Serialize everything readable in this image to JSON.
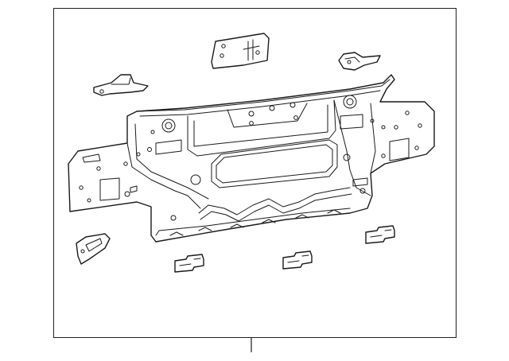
{
  "diagram": {
    "kind": "exploded parts illustration",
    "parts": [
      {
        "name": "rear-body-panel"
      },
      {
        "name": "upper-bracket"
      },
      {
        "name": "left-gusset"
      },
      {
        "name": "right-gusset"
      },
      {
        "name": "lower-left-bracket"
      },
      {
        "name": "clip-left"
      },
      {
        "name": "clip-center"
      },
      {
        "name": "clip-right"
      }
    ],
    "colors": {
      "line": "#1a1a1a",
      "background": "#ffffff",
      "frame": "#222222"
    }
  }
}
